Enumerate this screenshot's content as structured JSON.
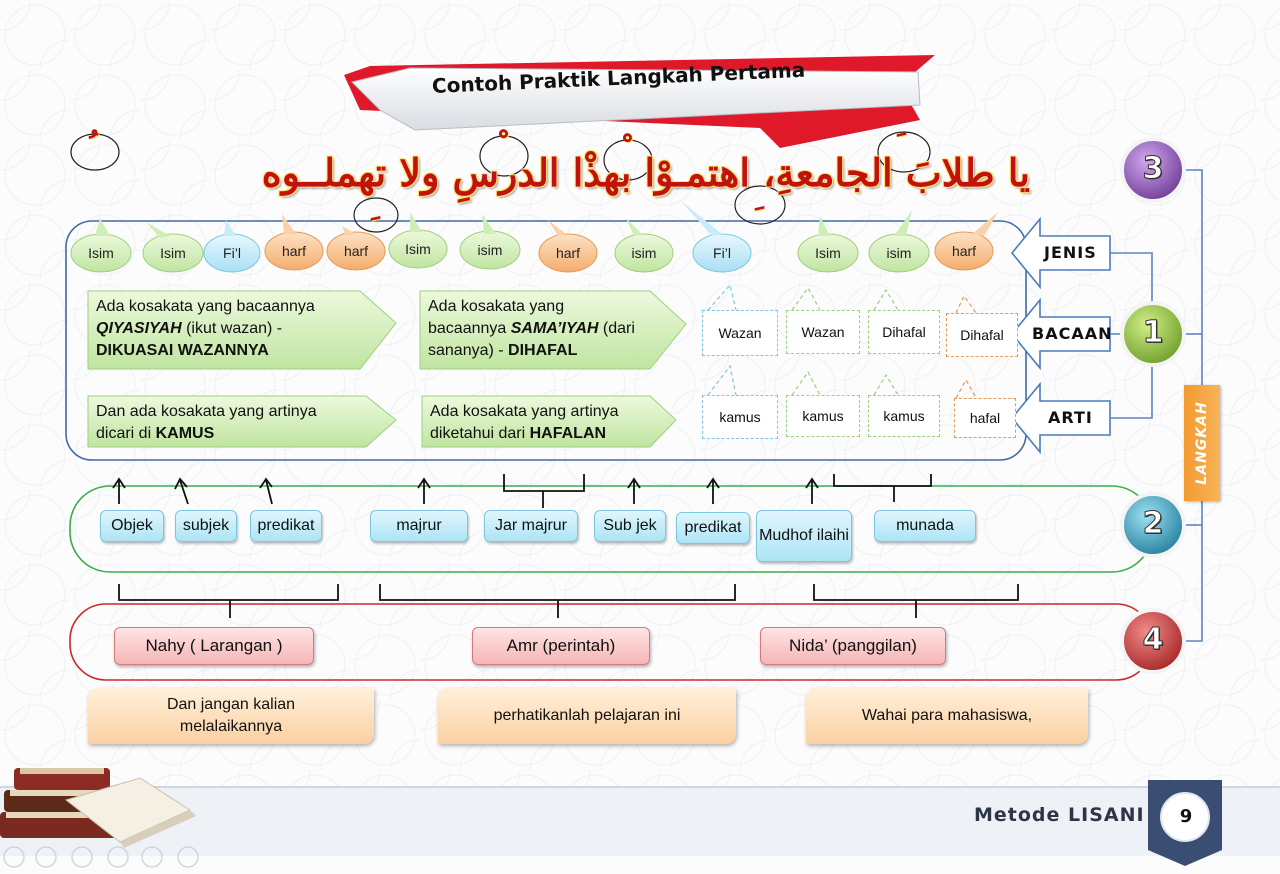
{
  "title": "Contoh Praktik Langkah Pertama",
  "arabic_text": "يا طلابَ الجامعةِ، اهتمـوْا بهذْا الدرسِ ولا تهملــوه",
  "harakat": [
    "ُ",
    "ْ",
    "ْ",
    "َ",
    "ِ",
    "ِ"
  ],
  "word_types": [
    "Isim",
    "Isim",
    "Fi’l",
    "harf",
    "harf",
    "Isim",
    "isim",
    "harf",
    "isim",
    "Fi’l",
    "Isim",
    "isim",
    "harf"
  ],
  "descriptions": {
    "qiyasiyah": {
      "line1": "Ada kosakata yang bacaannya",
      "line2_bold_italic": "QIYASIYAH",
      "line2_rest": " (ikut wazan) -",
      "line3_bold": "DIKUASAI WAZANNYA"
    },
    "samaiyah": {
      "line1": "Ada kosakata yang",
      "line2_plain": "bacaannya ",
      "line2_bold_italic": "SAMA’IYAH",
      "line2_rest": " (dari",
      "line3_plain": "sananya) - ",
      "line3_bold": "DIHAFAL"
    },
    "kamus": {
      "line1": "Dan ada kosakata yang artinya",
      "line2_plain": "dicari di ",
      "line2_bold": "KAMUS"
    },
    "hafalan": {
      "line1": "Ada kosakata yang artinya",
      "line2_plain": "diketahui dari ",
      "line2_bold": "HAFALAN"
    }
  },
  "bacaan_boxes": [
    "Wazan",
    "Wazan",
    "Dihafal",
    "Dihafal"
  ],
  "arti_boxes": [
    "kamus",
    "kamus",
    "kamus",
    "hafal"
  ],
  "side_labels": [
    "JENIS",
    "BACAAN",
    "ARTI"
  ],
  "steps": [
    "3",
    "1",
    "2",
    "4"
  ],
  "langkah": "LANGKAH",
  "grammar_roles": [
    "Objek",
    "subjek",
    "predikat",
    "majrur",
    "Jar majrur",
    "Sub jek",
    "predikat",
    "Mudhof ilaihi",
    "munada"
  ],
  "sentence_types": [
    "Nahy ( Larangan )",
    "Amr (perintah)",
    "Nida’ (panggilan)"
  ],
  "translations": [
    "Dan jangan kalian melalaikannya",
    "perhatikanlah pelajaran ini",
    "Wahai para mahasiswa,"
  ],
  "footer": {
    "label": "Metode LISANI",
    "page": "9"
  },
  "colors": {
    "green": "#c8ecaa",
    "orange": "#f7bf8b",
    "blue": "#bfe9f9",
    "red": "#c0120f",
    "step1": "#8bbf3c",
    "step2": "#3ba3c4",
    "step3": "#8c57b0",
    "step4": "#c93a3a"
  }
}
